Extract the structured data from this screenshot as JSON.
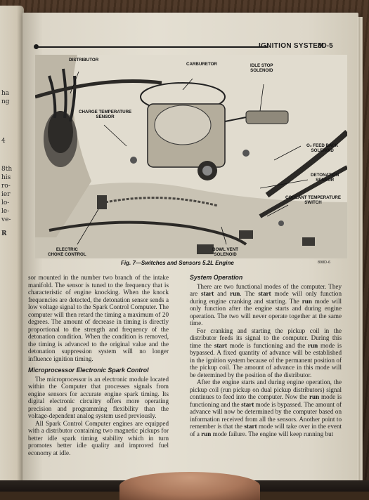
{
  "left_page": {
    "fragments": [
      "ha",
      "ng",
      "4",
      "8th",
      "his",
      "ro-",
      "ier",
      "lo-",
      "le-",
      "ve-",
      "R"
    ]
  },
  "header": {
    "section": "IGNITION SYSTEM",
    "page_number": "8D-5"
  },
  "figure": {
    "labels": {
      "distributor": "DISTRIBUTOR",
      "carburetor": "CARBURETOR",
      "idle_stop": "IDLE STOP\nSOLENOID",
      "charge_temp": "CHARGE TEMPERATURE\nSENSOR",
      "o2_feedback": "O₂ FEED BACK\nSOLENOID",
      "detonation": "DETONATION\nSENSOR",
      "coolant": "COOLANT TEMPERATURE\nSWITCH",
      "electric_choke": "ELECTRIC\nCHOKE CONTROL",
      "bowl_vent": "BOWL VENT\nSOLENOID"
    },
    "caption": "Fig. 7—Switches and Sensors 5.2L Engine",
    "code": "898D-6"
  },
  "left_column": {
    "para1": "sor mounted in the number two branch of the intake manifold. The sensor is tuned to the frequency that is characteristic of engine knocking. When the knock frequencies are detected, the detonation sensor sends a low voltage signal to the Spark Control Computer. The computer will then retard the timing a maximum of 20 degrees. The amount of decrease in timing is directly proportional to the strength and frequency of the detonation condition. When the condition is removed, the timing is advanced to the original value and the detonation suppression system will no longer influence ignition timing.",
    "heading": "Microprocessor Electronic Spark Control",
    "para2": "The microprocessor is an electronic module located within the Computer that processes signals from engine sensors for accurate engine spark timing. Its digital electronic circuitry offers more operating precision and programming flexibility than the voltage-dependent analog system used previously.",
    "para3": "All Spark Control Computer engines are equipped with a distributor containing two magnetic pickups for better idle spark timing stability which in turn promotes better idle quality and improved fuel economy at idle."
  },
  "right_column": {
    "heading": "System Operation",
    "p1_a": "There are two functional modes of the computer. They are ",
    "p1_start": "start",
    "p1_b": " and ",
    "p1_run": "run",
    "p1_c": ". The ",
    "p1_start2": "start",
    "p1_d": " mode will only function during engine cranking and starting. The ",
    "p1_run2": "run",
    "p1_e": " mode will only function after the engine starts and during engine operation. The two will never operate together at the same time.",
    "p2_a": "For cranking and starting the pickup coil in the distributor feeds its signal to the computer. During this time the ",
    "p2_start": "start",
    "p2_b": " mode is functioning and the ",
    "p2_run": "run",
    "p2_c": " mode is bypassed. A fixed quantity of advance will be established in the ignition system because of the permanent position of the pickup coil. The amount of advance in this mode will be determined by the position of the distributor.",
    "p3_a": "After the engine starts and during engine operation, the pickup coil (run pickup on dual pickup distributors) signal continues to feed into the computer. Now the ",
    "p3_run": "run",
    "p3_b": " mode is functioning and the ",
    "p3_start": "start",
    "p3_c": " mode is bypassed. The amount of advance will now be determined by the computer based on information received from all the sensors. Another point to remember is that the ",
    "p3_start2": "start",
    "p3_d": " mode will take over in the event of a ",
    "p3_run2": "run",
    "p3_e": " mode failure. The engine will keep running but"
  }
}
